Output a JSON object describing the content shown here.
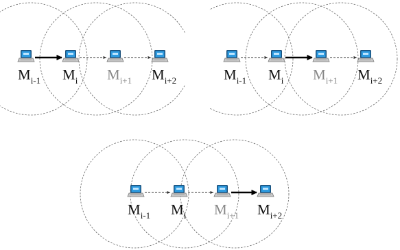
{
  "nodes": [
    {
      "base": "M",
      "sub": "i-1",
      "dim": false
    },
    {
      "base": "M",
      "sub": "i",
      "dim": false
    },
    {
      "base": "M",
      "sub": "i+1",
      "dim": true
    },
    {
      "base": "M",
      "sub": "i+2",
      "dim": false
    }
  ],
  "panels": [
    {
      "active_link": 0
    },
    {
      "active_link": 1
    },
    {
      "active_link": 2
    }
  ],
  "colors": {
    "range_circle": "#666666",
    "link_dashed": "#333333",
    "link_active": "#000000",
    "laptop_screen": "#2e9be0",
    "laptop_frame": "#1a4f7a",
    "laptop_base": "#c8c8c8"
  },
  "icons": {
    "node": "laptop-icon"
  }
}
